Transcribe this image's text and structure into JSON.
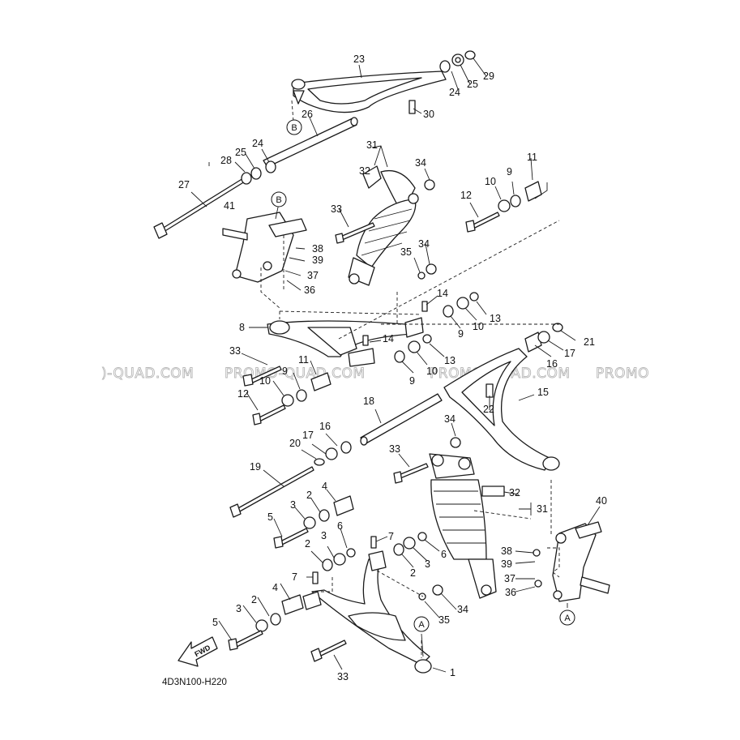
{
  "watermark": {
    "segments": [
      ")-QUAD.COM",
      "PROMO-QUAD.COM",
      "PROMO-QUAD.COM",
      "PROMO"
    ]
  },
  "drawing_code": "4D3N100-H220",
  "direction_label": "FWD",
  "reference_marks": {
    "a": "A",
    "b": "B"
  },
  "callouts": {
    "c1": "1",
    "c2a": "2",
    "c2b": "2",
    "c2c": "2",
    "c2d": "2",
    "c3a": "3",
    "c3b": "3",
    "c3c": "3",
    "c3d": "3",
    "c4a": "4",
    "c4b": "4",
    "c5a": "5",
    "c5b": "5",
    "c6a": "6",
    "c6b": "6",
    "c7a": "7",
    "c7b": "7",
    "c8": "8",
    "c9a": "9",
    "c9b": "9",
    "c9c": "9",
    "c9d": "9",
    "c10a": "10",
    "c10b": "10",
    "c10c": "10",
    "c10d": "10",
    "c11a": "11",
    "c11b": "11",
    "c12a": "12",
    "c12b": "12",
    "c13a": "13",
    "c13b": "13",
    "c14a": "14",
    "c14b": "14",
    "c15": "15",
    "c16a": "16",
    "c16b": "16",
    "c17a": "17",
    "c17b": "17",
    "c18": "18",
    "c19": "19",
    "c20": "20",
    "c21": "21",
    "c22": "22",
    "c23": "23",
    "c24a": "24",
    "c24b": "24",
    "c25a": "25",
    "c25b": "25",
    "c26": "26",
    "c27": "27",
    "c28": "28",
    "c29": "29",
    "c30": "30",
    "c31a": "31",
    "c31b": "31",
    "c32a": "32",
    "c32b": "32",
    "c33a": "33",
    "c33b": "33",
    "c33c": "33",
    "c33d": "33",
    "c34a": "34",
    "c34b": "34",
    "c34c": "34",
    "c34d": "34",
    "c35a": "35",
    "c35b": "35",
    "c36a": "36",
    "c36b": "36",
    "c37a": "37",
    "c37b": "37",
    "c38a": "38",
    "c38b": "38",
    "c39a": "39",
    "c39b": "39",
    "c40": "40",
    "c41": "41"
  }
}
